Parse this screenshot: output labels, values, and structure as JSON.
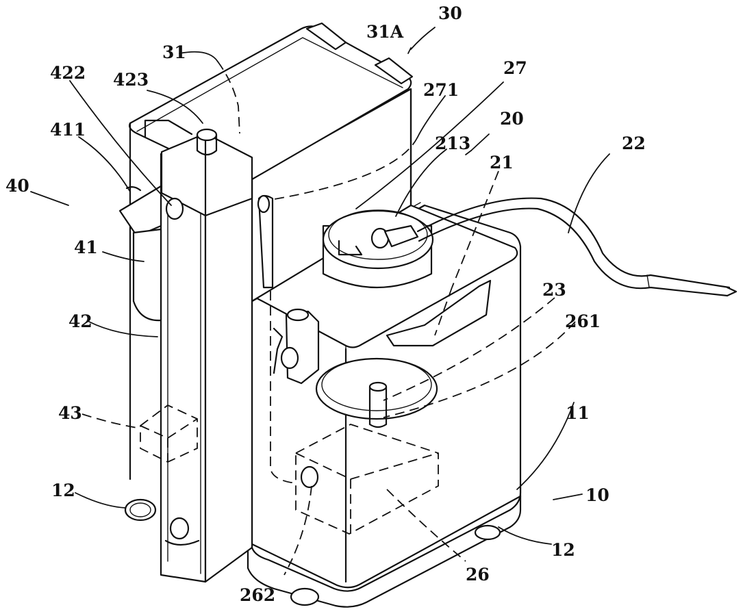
{
  "labels": {
    "l30": "30",
    "l31A": "31A",
    "l31": "31",
    "l422": "422",
    "l423": "423",
    "l27": "27",
    "l271": "271",
    "l20": "20",
    "l213": "213",
    "l22": "22",
    "l411": "411",
    "l21": "21",
    "l40": "40",
    "l41": "41",
    "l42": "42",
    "l23": "23",
    "l261": "261",
    "l43": "43",
    "l11": "11",
    "l12a": "12",
    "l10": "10",
    "l12b": "12",
    "l262": "262",
    "l26": "26"
  }
}
